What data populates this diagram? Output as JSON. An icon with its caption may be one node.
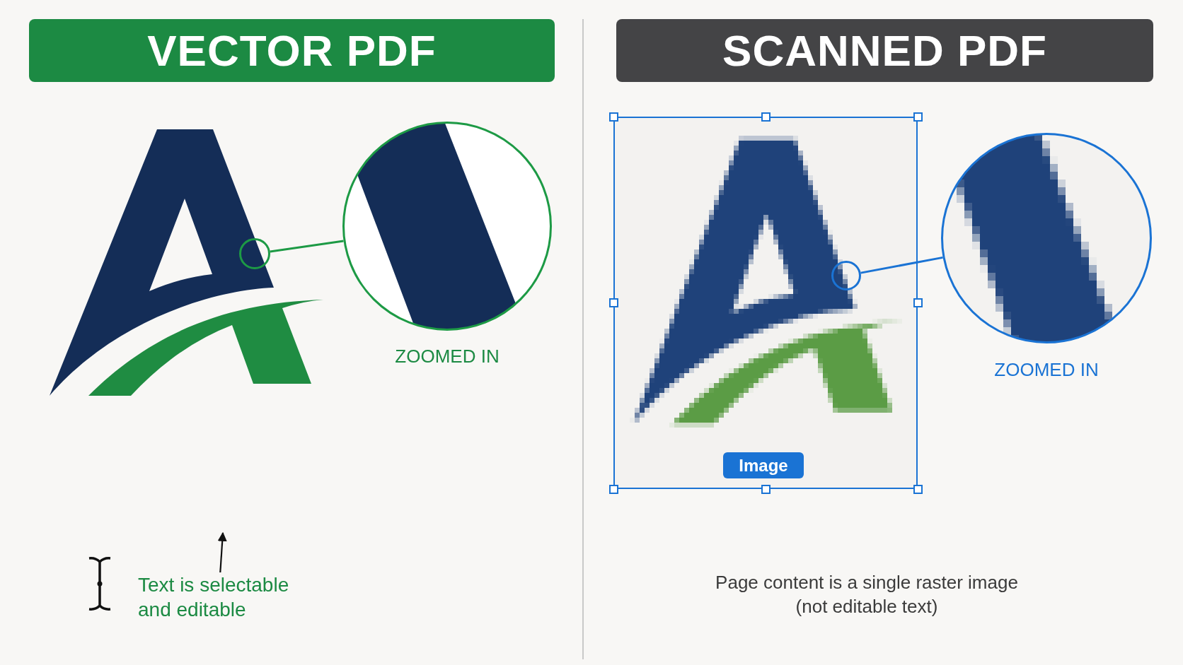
{
  "diagram": {
    "nodes": [
      {
        "text": [
          "VECTOR PDF"
        ]
      },
      {
        "text": [],
        "shape": "circle"
      },
      {
        "text": [],
        "shape": "circle",
        "beside": [
          "ZOOMED IN"
        ]
      },
      {
        "text": [
          "Text is selectable and editable"
        ]
      },
      {
        "text": [
          "SCANNED PDF"
        ]
      },
      {
        "text": [],
        "shape": "box"
      },
      {
        "text": [],
        "shape": "circle",
        "in": 5
      },
      {
        "text": [
          "Image"
        ],
        "in": 5
      },
      {
        "text": [],
        "shape": "circle",
        "beside": [
          "ZOOMED IN"
        ]
      }
    ],
    "edges": [
      {
        "from": 1,
        "to": 2,
        "arrow": "none",
        "color": "#1d9a45"
      },
      {
        "from": 6,
        "to": 8,
        "arrow": "none",
        "color": "#1a73d4"
      },
      {
        "from": 3,
        "to": null,
        "arrow": "to",
        "color": "#111111"
      }
    ],
    "labels": [
      "Page content is a single raster image (not editable text)"
    ]
  }
}
